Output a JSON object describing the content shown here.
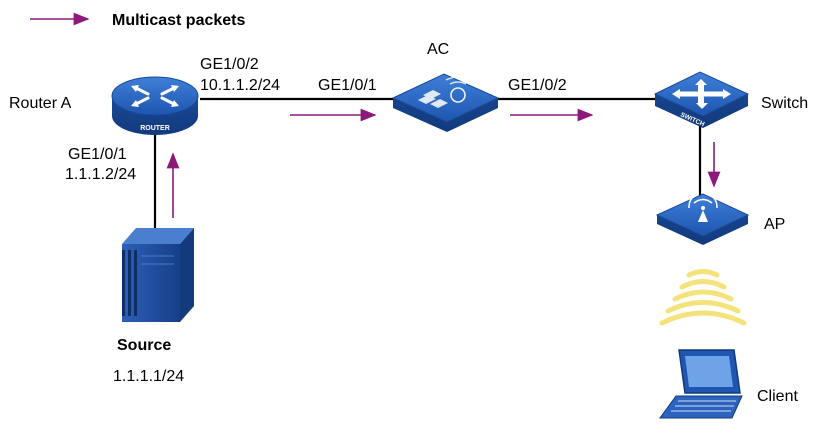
{
  "legend": {
    "label": "Multicast packets",
    "arrow_color": "#8B1A7B"
  },
  "devices": {
    "router": {
      "name": "Router A",
      "badge": "ROUTER"
    },
    "ac": {
      "name": "AC"
    },
    "switch": {
      "name": "Switch",
      "badge": "SWITCH"
    },
    "ap": {
      "name": "AP"
    },
    "source": {
      "name": "Source",
      "ip": "1.1.1.1/24"
    },
    "client": {
      "name": "Client"
    }
  },
  "interfaces": {
    "router_up": "GE1/0/2",
    "router_up_ip": "10.1.1.2/24",
    "router_down": "GE1/0/1",
    "router_down_ip": "1.1.1.2/24",
    "ac_in": "GE1/0/1",
    "ac_out": "GE1/0/2"
  },
  "colors": {
    "device_blue": "#1E56B0",
    "wifi_yellow": "#F5E27A",
    "line": "#000000"
  }
}
